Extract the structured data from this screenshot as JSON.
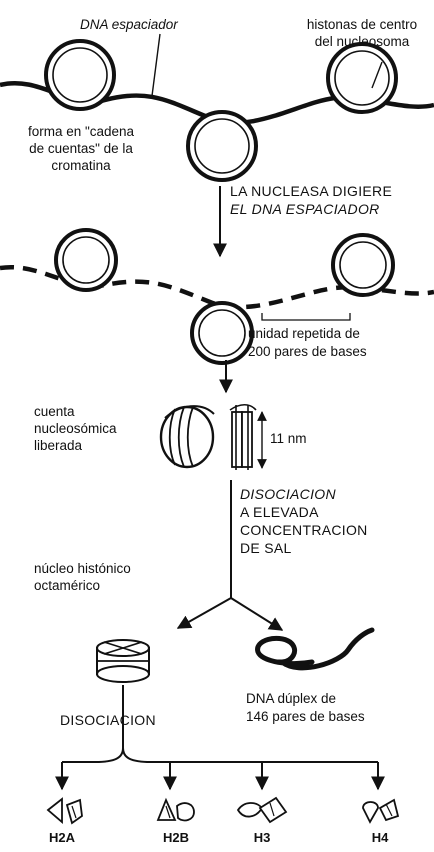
{
  "labels": {
    "dna_espaciador": "DNA espaciador",
    "histonas_1": "histonas de centro",
    "histonas_2": "del nucleosoma",
    "cadena_1": "forma en \"cadena",
    "cadena_2": "de cuentas\" de la",
    "cadena_3": "cromatina",
    "nucleasa_1": "LA NUCLEASA DIGIERE",
    "nucleasa_2": "EL DNA ESPACIADOR",
    "unidad_1": "unidad repetida de",
    "unidad_2": "200 pares de bases",
    "cuenta_1": "cuenta",
    "cuenta_2": "nucleosómica",
    "cuenta_3": "liberada",
    "nm": "11 nm",
    "disoc_sal_1": "DISOCIACION",
    "disoc_sal_2": "A ELEVADA",
    "disoc_sal_3": "CONCENTRACION",
    "disoc_sal_4": "DE SAL",
    "nucleo_1": "núcleo histónico",
    "nucleo_2": "octamérico",
    "duplex_1": "DNA dúplex de",
    "duplex_2": "146 pares de bases",
    "disociacion": "DISOCIACION",
    "h2a": "H2A",
    "h2b": "H2B",
    "h3": "H3",
    "h4": "H4"
  },
  "colors": {
    "ink": "#111111",
    "paper": "#ffffff"
  }
}
